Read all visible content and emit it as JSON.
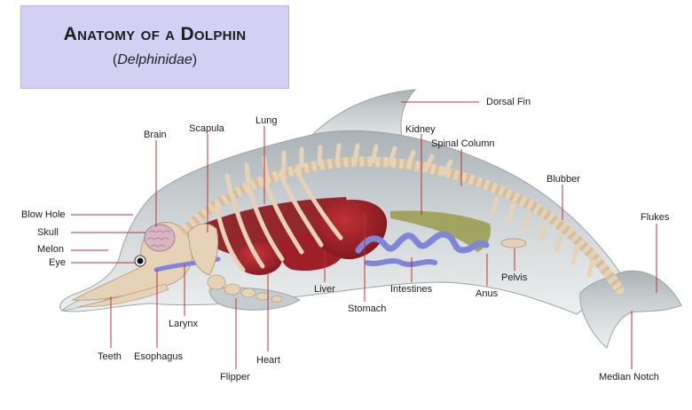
{
  "title": "Anatomy of a Dolphin",
  "subtitle": {
    "open": "(",
    "italic": "Delphinidae",
    "close": ")"
  },
  "colors": {
    "title_bg": "#d4d0f4",
    "body": "#c9cfd2",
    "bone": "#e6d3b7",
    "organ": "#a8222a",
    "intestine": "#7f85d8",
    "brain": "#d9b6c4",
    "leader": "#c0303a"
  },
  "labels": {
    "dorsal_fin": "Dorsal Fin",
    "kidney": "Kidney",
    "spinal_column": "Spinal Column",
    "lung": "Lung",
    "scapula": "Scapula",
    "brain": "Brain",
    "blubber": "Blubber",
    "flukes": "Flukes",
    "blow_hole": "Blow Hole",
    "skull": "Skull",
    "melon": "Melon",
    "eye": "Eye",
    "liver": "Liver",
    "intestines": "Intestines",
    "anus": "Anus",
    "pelvis": "Pelvis",
    "stomach": "Stomach",
    "larynx": "Larynx",
    "teeth": "Teeth",
    "esophagus": "Esophagus",
    "heart": "Heart",
    "flipper": "Flipper",
    "median_notch": "Median Notch"
  }
}
